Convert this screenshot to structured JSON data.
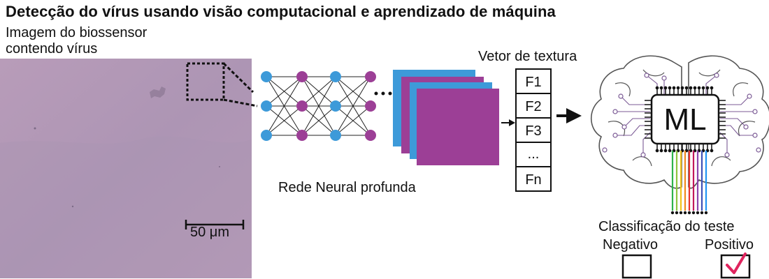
{
  "title": "Detecção do vírus usando visão computacional e aprendizado de máquina",
  "biosensor_image": {
    "label_line1": "Imagem do biossensor",
    "label_line2": "contendo vírus",
    "scale_bar": "50 μm"
  },
  "neural_network": {
    "label": "Rede Neural profunda",
    "ellipsis": "...",
    "colors": {
      "blue_node": "#3d9ad9",
      "purple_node": "#9c3f96"
    }
  },
  "texture_vector": {
    "label": "Vetor de textura",
    "features": [
      "F1",
      "F2",
      "F3",
      "...",
      "Fn"
    ]
  },
  "ml_brain": {
    "chip_label": "ML"
  },
  "classification": {
    "title": "Classificação do teste",
    "negative": "Negativo",
    "positive": "Positivo",
    "checked_color": "#e0245e"
  },
  "colors": {
    "biosensor_bg": "#b499b5",
    "blue": "#3d9ad9",
    "purple": "#9c3f96"
  }
}
